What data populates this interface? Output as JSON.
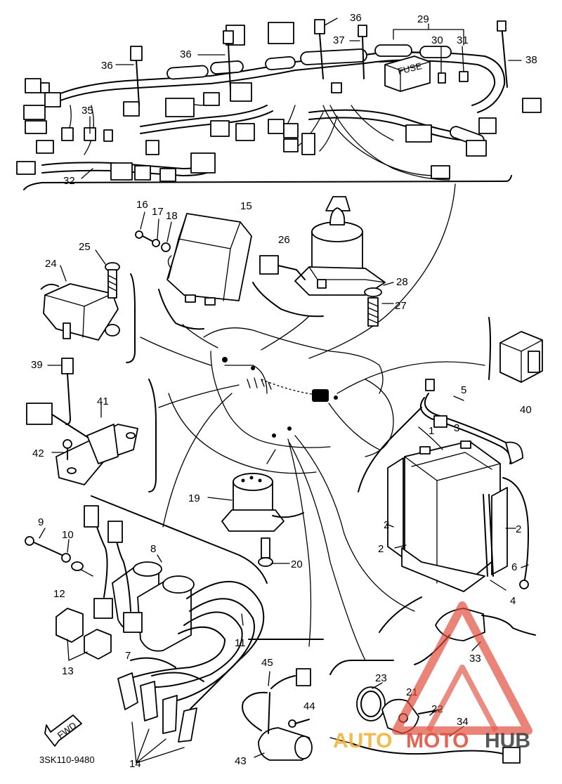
{
  "diagram": {
    "part_code": "3SK110-9480",
    "fwd_label": "FWD",
    "fuse_label": "FUSE",
    "callouts": {
      "n1": "1",
      "n2": "2",
      "n3": "3",
      "n4": "4",
      "n5": "5",
      "n6": "6",
      "n7": "7",
      "n8": "8",
      "n9": "9",
      "n10": "10",
      "n11": "11",
      "n12": "12",
      "n13": "13",
      "n14": "14",
      "n15": "15",
      "n16": "16",
      "n17": "17",
      "n18": "18",
      "n19": "19",
      "n20": "20",
      "n21": "21",
      "n22": "22",
      "n23": "23",
      "n24": "24",
      "n25": "25",
      "n26": "26",
      "n27": "27",
      "n28": "28",
      "n29": "29",
      "n30": "30",
      "n31": "31",
      "n32": "32",
      "n33": "33",
      "n34": "34",
      "n35": "35",
      "n36": "36",
      "n37": "37",
      "n38": "38",
      "n39": "39",
      "n40": "40",
      "n41": "41",
      "n42": "42",
      "n43": "43",
      "n44": "44",
      "n45": "45"
    }
  },
  "watermark": {
    "part1": "AUTO",
    "part2": "MOTO",
    "part3": "HUB",
    "color_primary": "#f2b02e",
    "color_secondary": "#e04a3a",
    "color_dark": "#3a3a3a"
  }
}
